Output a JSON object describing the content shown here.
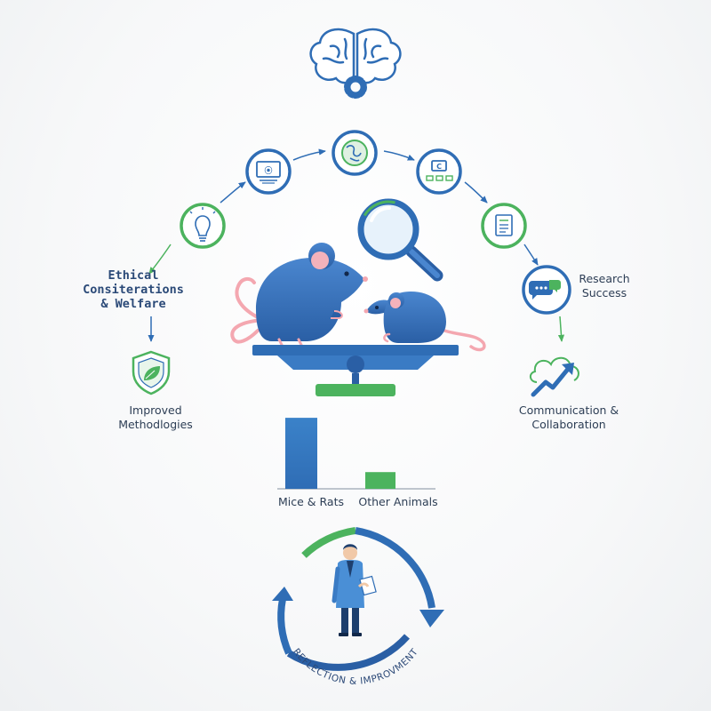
{
  "labels": {
    "ethical_line1": "Ethical",
    "ethical_line2": "Consiterations",
    "ethical_line3": "& Welfare",
    "improved_line1": "Improved",
    "improved_line2": "Methodlogies",
    "research_line1": "Research",
    "research_line2": "Success",
    "comm_line1": "Communication &",
    "comm_line2": "Collaboration",
    "cycle": "REFLECTION & IMPROVMENT"
  },
  "chart_data": {
    "type": "bar",
    "categories": [
      "Mice & Rats",
      "Other Animals"
    ],
    "values": [
      85,
      20
    ],
    "ylim": [
      0,
      100
    ]
  },
  "colors": {
    "blue": "#2f6db5",
    "green": "#4cb35e",
    "dark_blue": "#1e3f6e"
  },
  "icons": [
    "brain-gear-icon",
    "lightbulb-icon",
    "presentation-icon",
    "globe-icon",
    "flowchart-icon",
    "document-icon",
    "chat-bubbles-icon",
    "shield-leaf-icon",
    "growth-cloud-icon",
    "magnifier-icon",
    "scientist-icon"
  ]
}
